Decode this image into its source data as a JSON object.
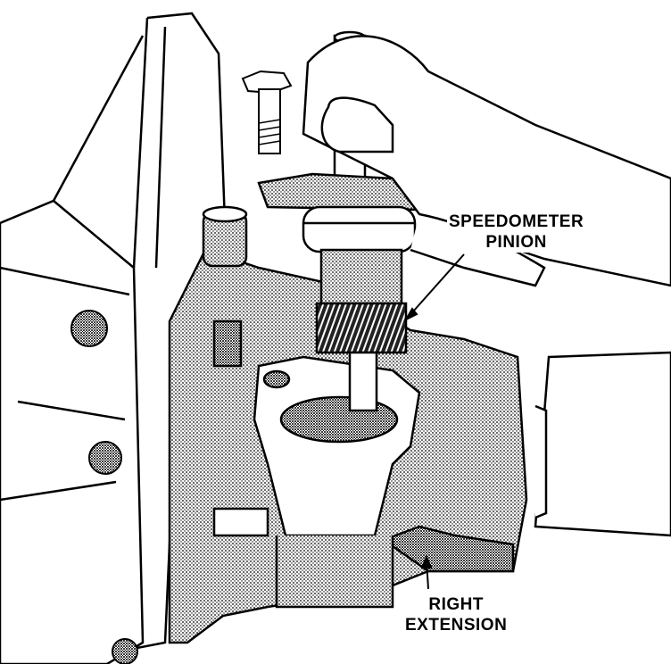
{
  "labels": {
    "speedometer_pinion": {
      "line1": "SPEEDOMETER",
      "line2": "PINION"
    },
    "right_extension": {
      "line1": "RIGHT",
      "line2": "EXTENSION"
    }
  },
  "colors": {
    "ink": "#000000",
    "paper": "#ffffff",
    "shade": "#b8b8b8",
    "dark_shade": "#7a7a7a"
  }
}
